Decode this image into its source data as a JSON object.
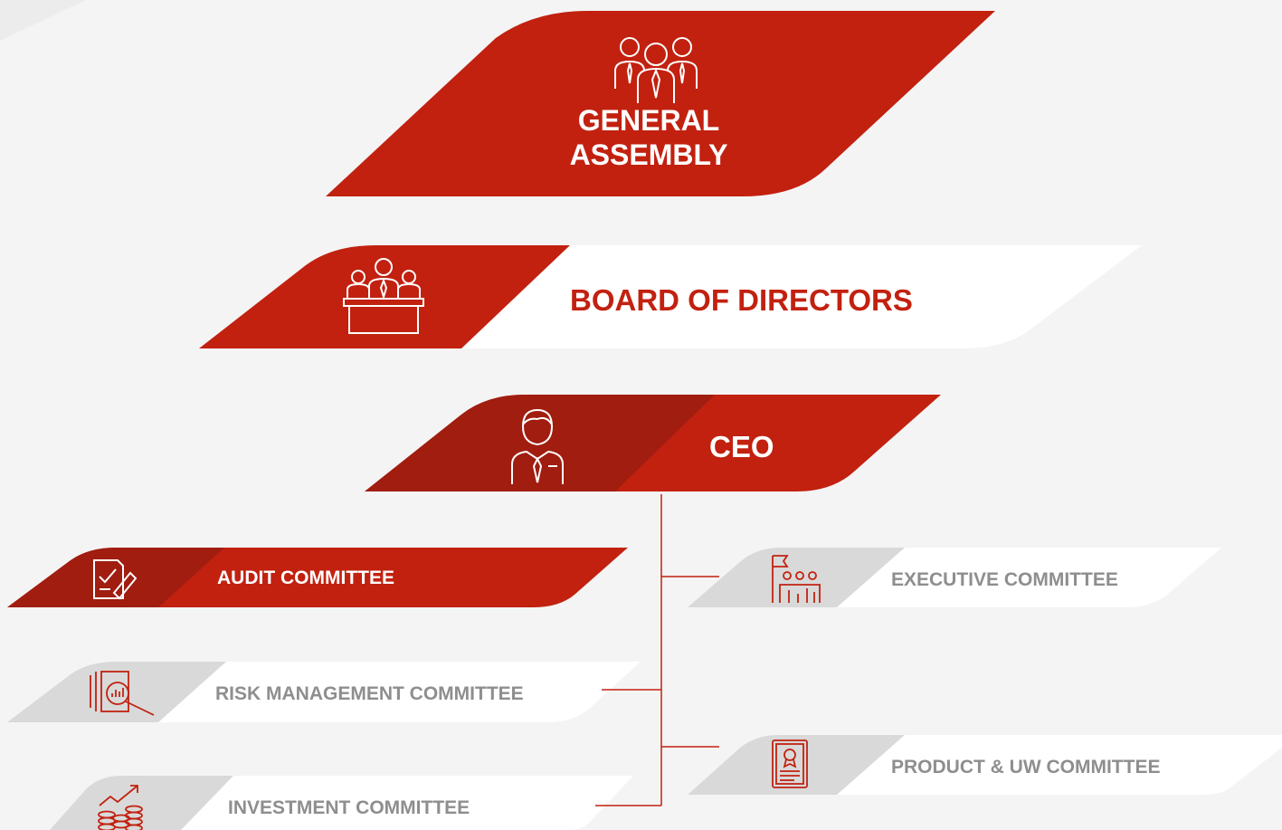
{
  "nodes": {
    "general_assembly": {
      "line1": "GENERAL",
      "line2": "ASSEMBLY",
      "icon": "group-people-icon"
    },
    "board_of_directors": {
      "label": "BOARD OF DIRECTORS",
      "icon": "board-meeting-icon"
    },
    "ceo": {
      "label": "CEO",
      "icon": "businessman-icon"
    },
    "audit_committee": {
      "label": "AUDIT COMMITTEE",
      "icon": "audit-document-icon"
    },
    "executive_committee": {
      "label": "EXECUTIVE COMMITTEE",
      "icon": "team-flag-icon"
    },
    "risk_management_committee": {
      "label": "RISK MANAGEMENT COMMITTEE",
      "icon": "magnifier-report-icon"
    },
    "product_uw_committee": {
      "label": "PRODUCT & UW COMMITTEE",
      "icon": "certificate-icon"
    },
    "investment_committee": {
      "label": "INVESTMENT COMMITTEE",
      "icon": "growth-coins-icon"
    }
  },
  "colors": {
    "red": "#c22110",
    "dark_red": "#a01d10",
    "grey_band": "#d9d9d9",
    "white_band": "#ffffff",
    "grey_text": "#8e8e8e",
    "background": "#f4f4f4"
  }
}
